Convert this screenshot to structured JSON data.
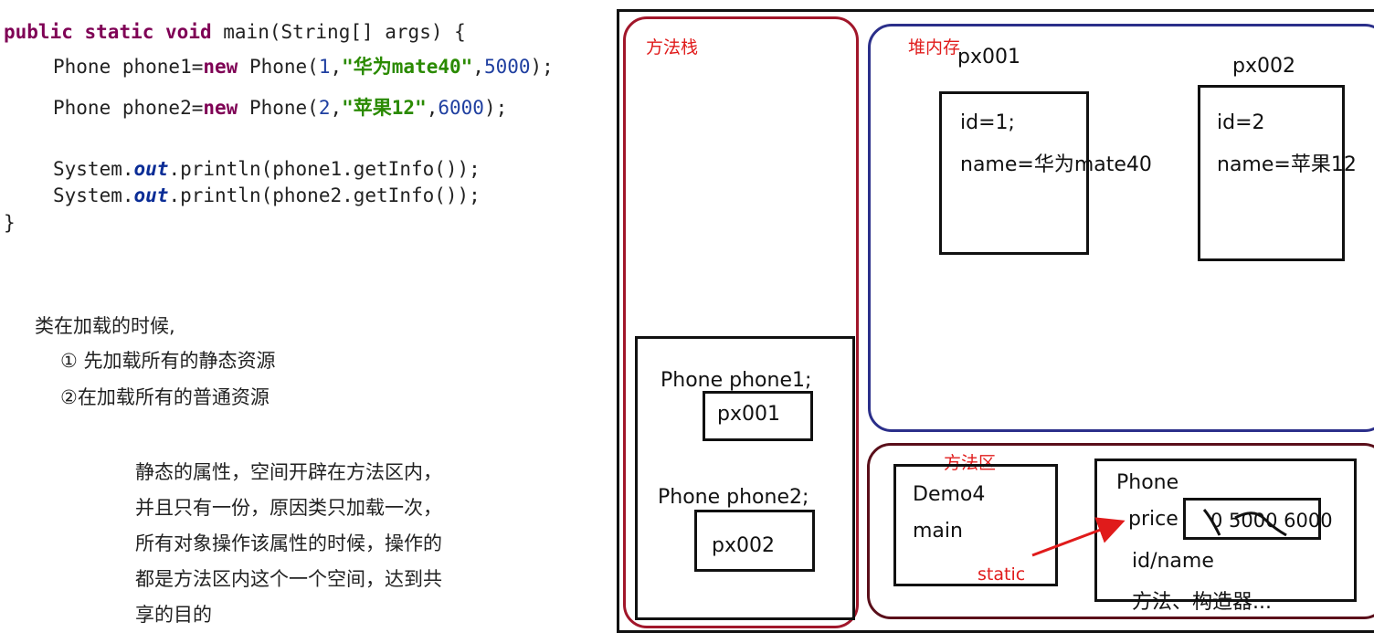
{
  "code": {
    "line1": {
      "kw1": "public",
      "kw2": "static",
      "kw3": "void",
      "rest": "main(String[] args) {"
    },
    "line2": {
      "pre": "Phone phone1=",
      "kw": "new",
      "call": "Phone(",
      "n1": "1",
      "c1": ",",
      "str": "\"华为mate40\"",
      "c2": ",",
      "n2": "5000",
      "end": ");"
    },
    "line3": {
      "pre": "Phone phone2=",
      "kw": "new",
      "call": "Phone(",
      "n1": "2",
      "c1": ",",
      "str": "\"苹果12\"",
      "c2": ",",
      "n2": "6000",
      "end": ");"
    },
    "line4": {
      "pre": "System.",
      "field": "out",
      "rest": ".println(phone1.getInfo());"
    },
    "line5": {
      "pre": "System.",
      "field": "out",
      "rest": ".println(phone2.getInfo());"
    },
    "line6": "}"
  },
  "notes": {
    "intro": "类在加载的时候,",
    "step1": "① 先加载所有的静态资源",
    "step2": "②在加载所有的普通资源",
    "para": [
      "静态的属性，空间开辟在方法区内，",
      "并且只有一份，原因类只加载一次，",
      "所有对象操作该属性的时候，操作的",
      "都是方法区内这个一个空间，达到共",
      "享的目的"
    ]
  },
  "diagram": {
    "stack": {
      "label": "方法栈",
      "var1": "Phone phone1;",
      "ref1": "px001",
      "var2": "Phone phone2;",
      "ref2": "px002"
    },
    "heap": {
      "label": "堆内存",
      "obj1": {
        "addr": "px001",
        "id": "id=1;",
        "name": "name=华为mate40"
      },
      "obj2": {
        "addr": "px002",
        "id": "id=2",
        "name": "name=苹果12"
      }
    },
    "method_area": {
      "label": "方法区",
      "demo": {
        "name": "Demo4",
        "method": "main"
      },
      "phone": {
        "name": "Phone",
        "price_label": "price",
        "price_values": "0  5000  6000",
        "fields": "id/name",
        "methods": "方法、构造器..."
      },
      "static_label": "static"
    },
    "colors": {
      "stack": "#a1162a",
      "heap": "#2b2f8a",
      "method": "#5a0f1a",
      "annotation": "#e01b1b"
    }
  }
}
